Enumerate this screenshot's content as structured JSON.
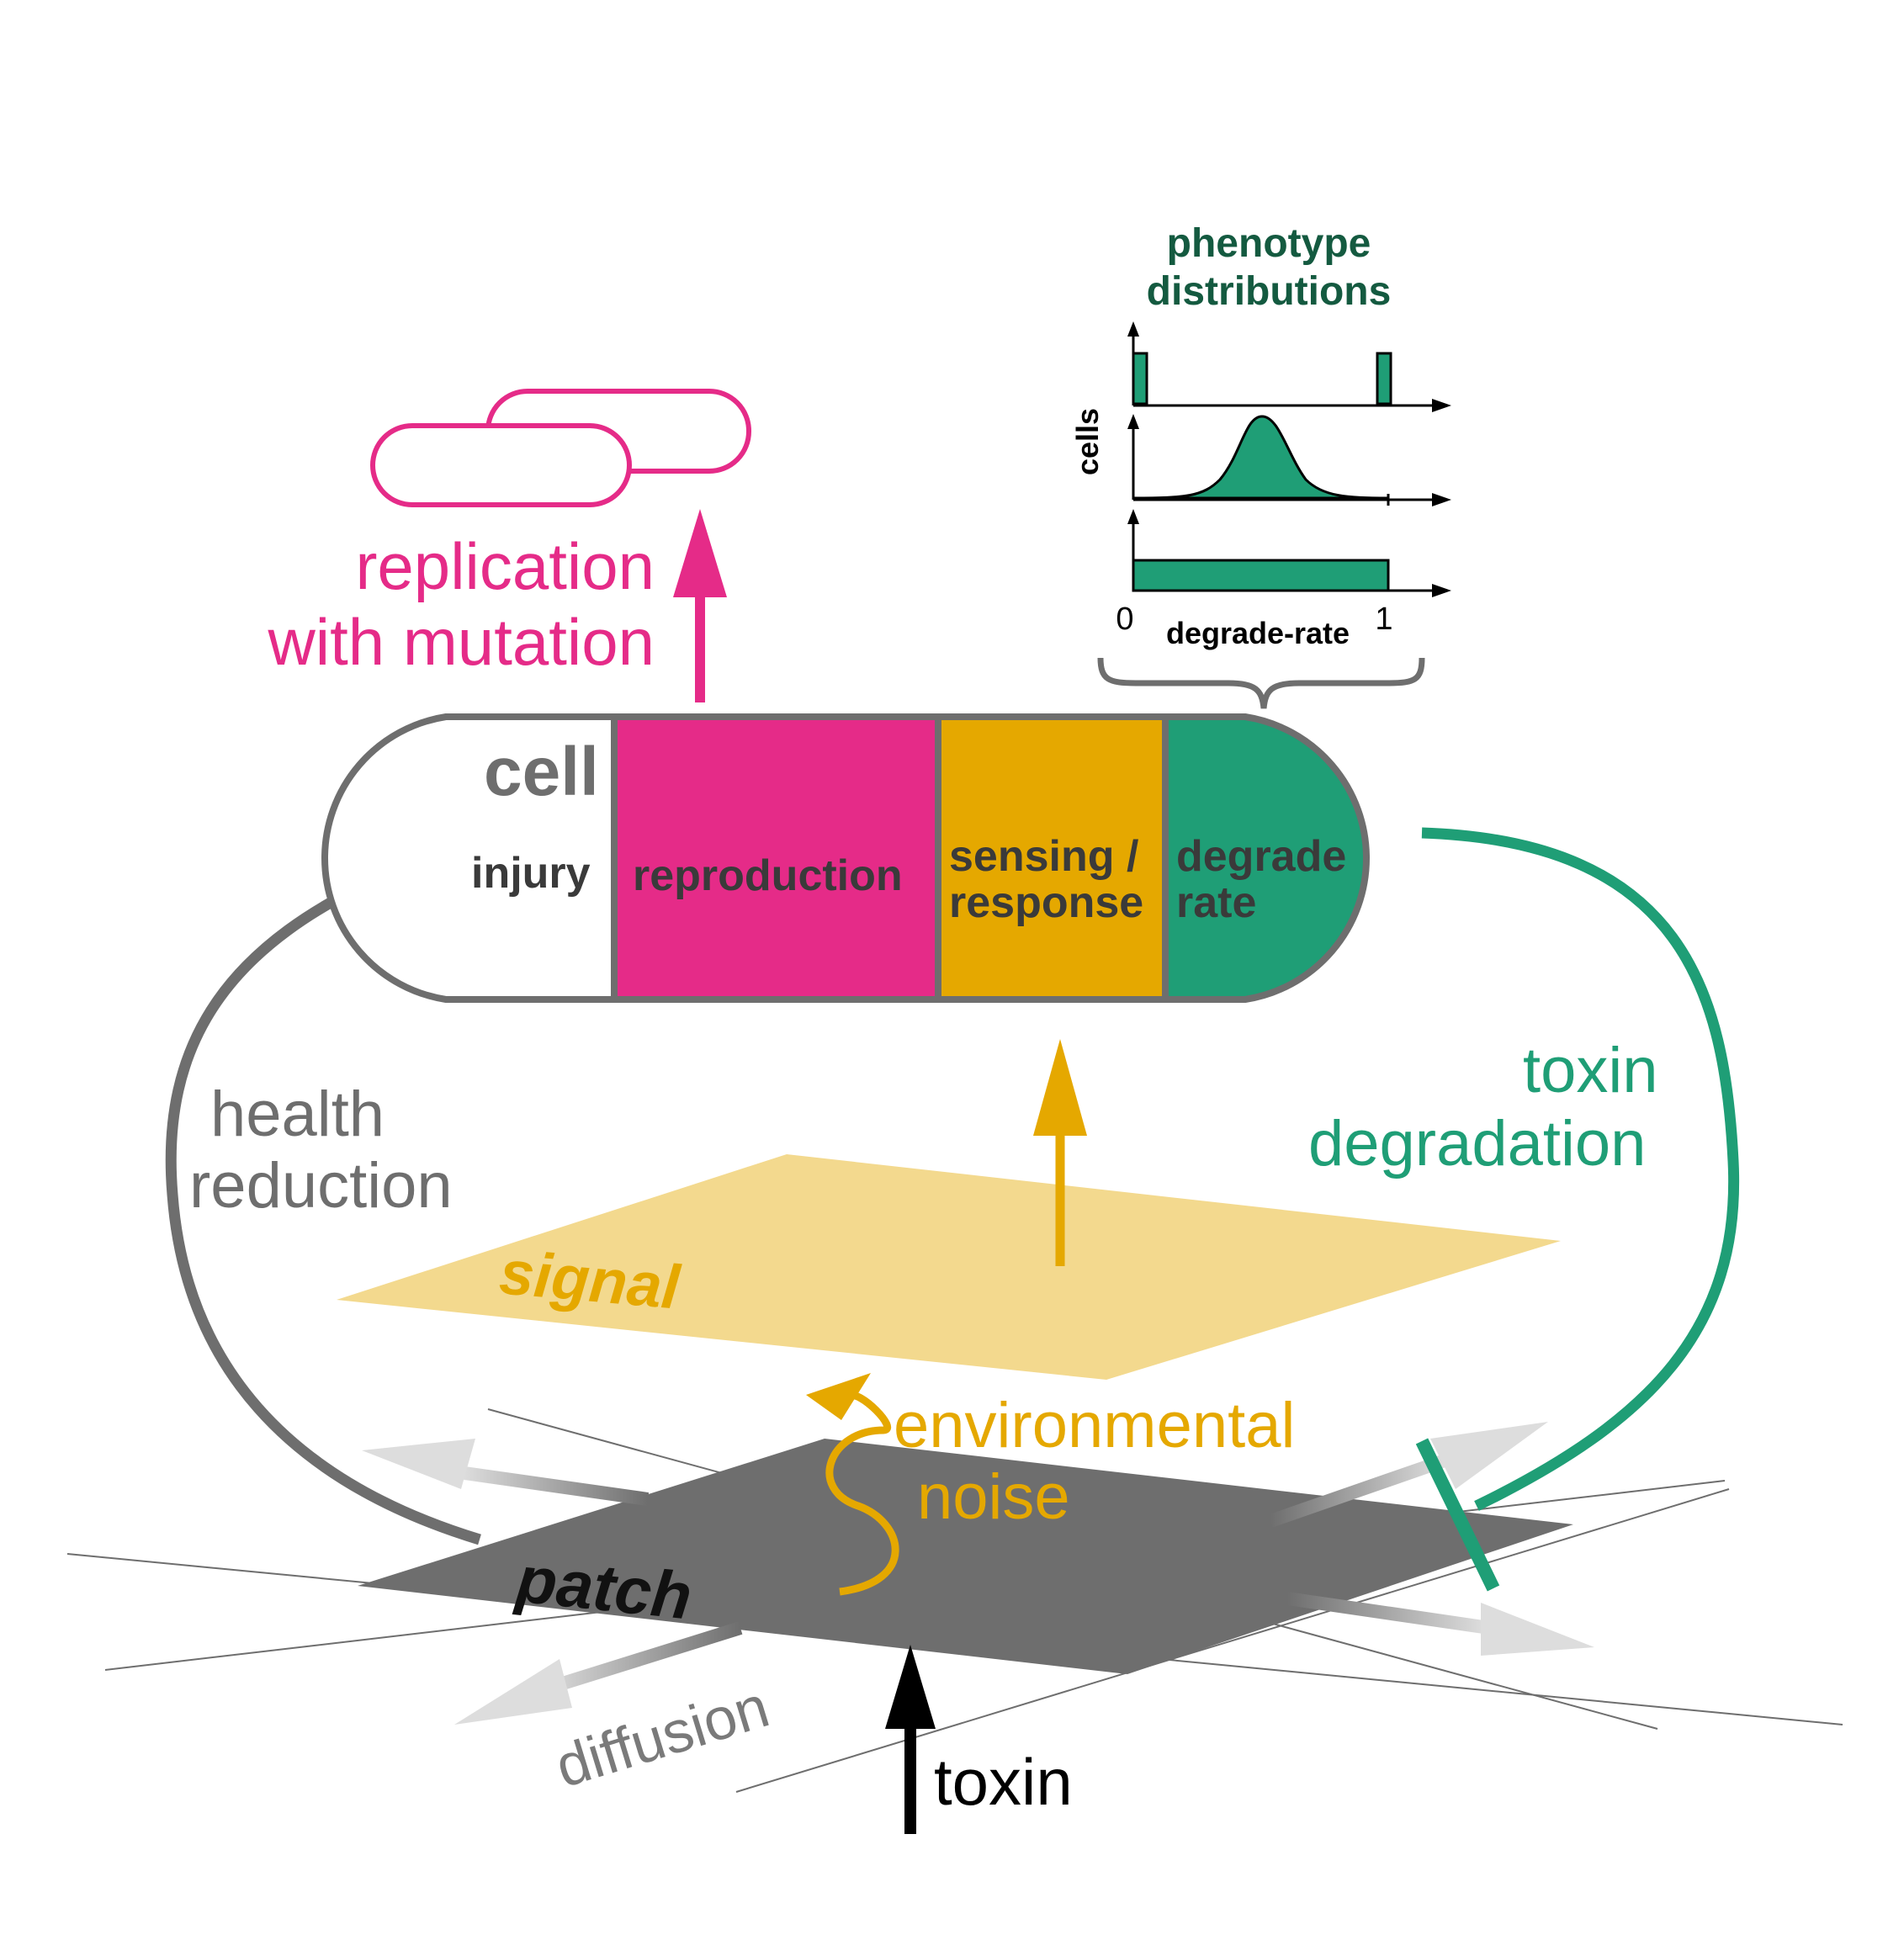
{
  "colors": {
    "magenta": "#e52b88",
    "orange": "#e5a800",
    "orange_light": "#f3d98e",
    "green": "#1f9e76",
    "dark_green": "#145a40",
    "gray": "#6e6e6e",
    "dark_gray": "#3a3a3a",
    "light_gray": "#d8d8d8",
    "black": "#000000"
  },
  "replication": {
    "line1": "replication",
    "line2": "with mutation"
  },
  "phenotype": {
    "title_line1": "phenotype",
    "title_line2": "distributions",
    "ylabel": "cells",
    "xlabel": "degrade-rate",
    "x_min": "0",
    "x_max": "1",
    "panels": [
      "bimodal",
      "gaussian",
      "uniform"
    ]
  },
  "cell": {
    "title": "cell",
    "injury": "injury",
    "reproduction": "reproduction",
    "sensing_line1": "sensing /",
    "sensing_line2": "response",
    "degrade_line1": "degrade",
    "degrade_line2": "rate"
  },
  "health": {
    "line1": "health",
    "line2": "reduction"
  },
  "toxin_deg": {
    "line1": "toxin",
    "line2": "degradation"
  },
  "signal": "signal",
  "environmental": {
    "line1": "environmental",
    "line2": "noise"
  },
  "patch": "patch",
  "diffusion": "diffusion",
  "toxin": "toxin"
}
